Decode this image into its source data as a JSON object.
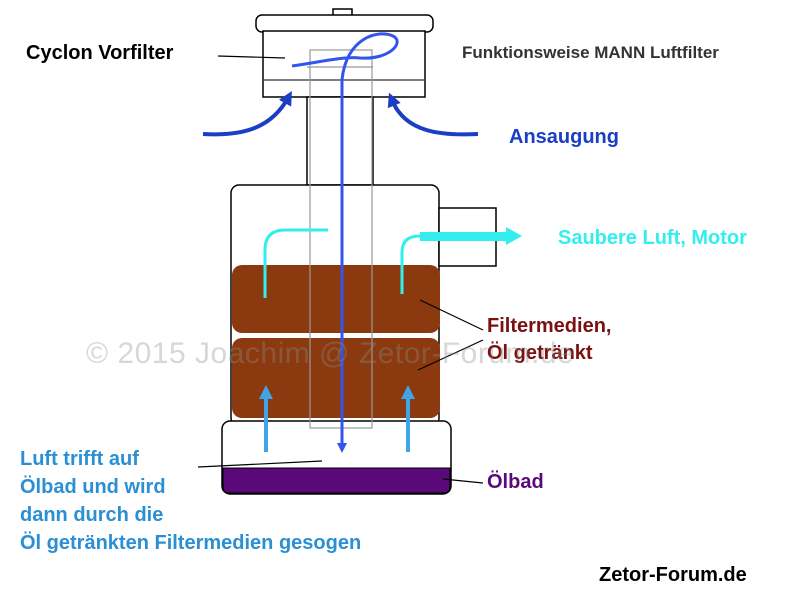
{
  "labels": {
    "prefilter": "Cyclon Vorfilter",
    "title": "Funktionsweise MANN Luftfilter",
    "intake": "Ansaugung",
    "clean_air": "Saubere Luft, Motor",
    "filter_media_line1": "Filtermedien,",
    "filter_media_line2": "Öl getränkt",
    "oil_bath": "Ölbad",
    "explanation": [
      "Luft trifft auf",
      "Ölbad und wird",
      "dann durch die",
      "Öl getränkten Filtermedien gesogen"
    ],
    "site": "Zetor-Forum.de"
  },
  "watermark": "© 2015 Joachim @ Zetor-Forum.de",
  "colors": {
    "label_dark": "#000000",
    "title_gray": "#333333",
    "air_flow": "#3355ee",
    "intake_blue": "#1a3ec4",
    "clean_air": "#33eeee",
    "filter_media": "#8b3a0f",
    "filter_text": "#7a1010",
    "oil": "#5a0a78",
    "explain_blue": "#2a8fd4"
  }
}
